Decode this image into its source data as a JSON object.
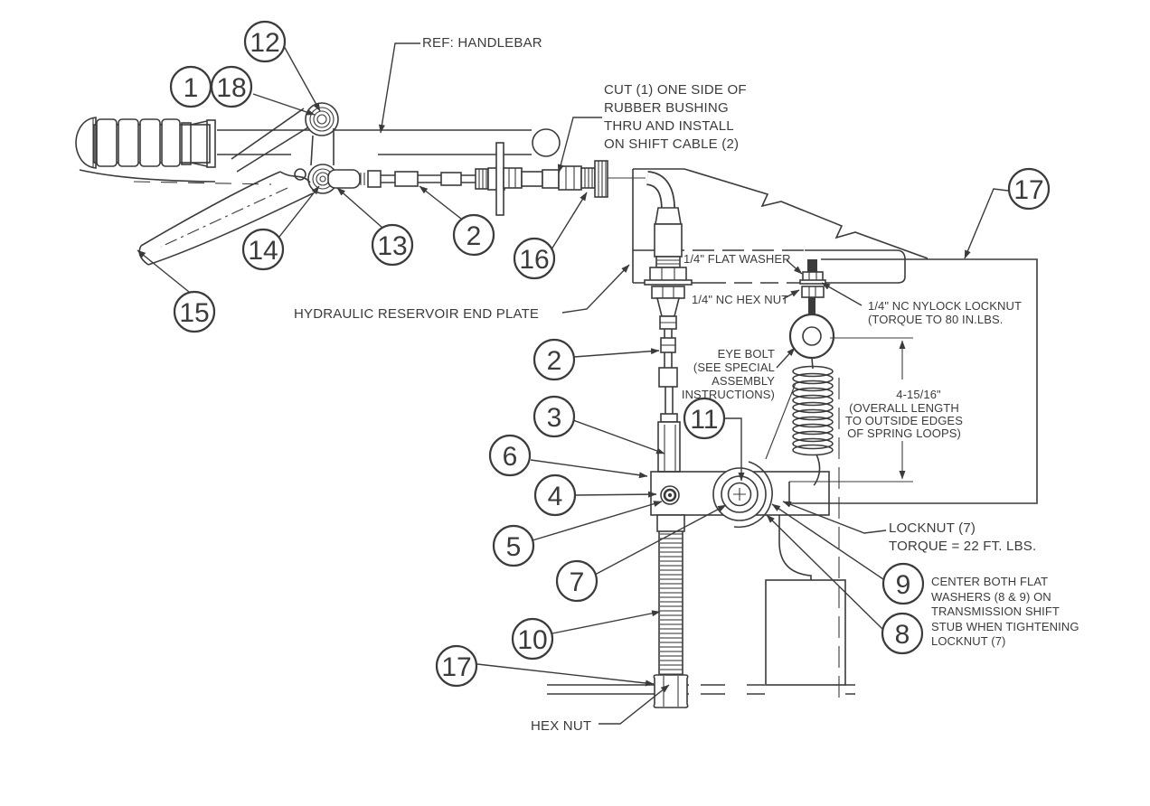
{
  "diagram_title": "Handlebar shift lever and shift cable assembly drawing",
  "colors": {
    "ink": "#3b3b3b",
    "background": "#ffffff"
  },
  "labels": {
    "ref_handlebar": "REF: HANDLEBAR",
    "cut_note": [
      "CUT (1) ONE SIDE OF",
      "RUBBER BUSHING",
      "THRU AND INSTALL",
      "ON SHIFT CABLE (2)"
    ],
    "flat_washer": "1/4\" FLAT WASHER",
    "nc_hex_nut": "1/4\" NC HEX NUT",
    "nylock": [
      "1/4\" NC NYLOCK LOCKNUT",
      "(TORQUE TO 80 IN.LBS."
    ],
    "end_plate": "HYDRAULIC RESERVOIR END PLATE",
    "eye_bolt": [
      "EYE BOLT",
      "(SEE SPECIAL",
      "ASSEMBLY",
      "INSTRUCTIONS)"
    ],
    "dimension": [
      "4-15/16\"",
      "(OVERALL LENGTH",
      "TO OUTSIDE EDGES",
      "OF SPRING LOOPS)"
    ],
    "locknut": [
      "LOCKNUT (7)",
      "TORQUE = 22 FT. LBS."
    ],
    "center_note": [
      "CENTER BOTH FLAT",
      "WASHERS (8 & 9) ON",
      "TRANSMISSION SHIFT",
      "STUB WHEN TIGHTENING",
      "LOCKNUT (7)"
    ],
    "hex_nut": "HEX NUT"
  },
  "balloons": {
    "b12": "12",
    "b1": "1",
    "b18": "18",
    "b14": "14",
    "b13": "13",
    "b2a": "2",
    "b16": "16",
    "b15": "15",
    "b2b": "2",
    "b3": "3",
    "b6": "6",
    "b4": "4",
    "b5": "5",
    "b7": "7",
    "b11": "11",
    "b10": "10",
    "b17a": "17",
    "b17b": "17",
    "b9": "9",
    "b8": "8"
  }
}
